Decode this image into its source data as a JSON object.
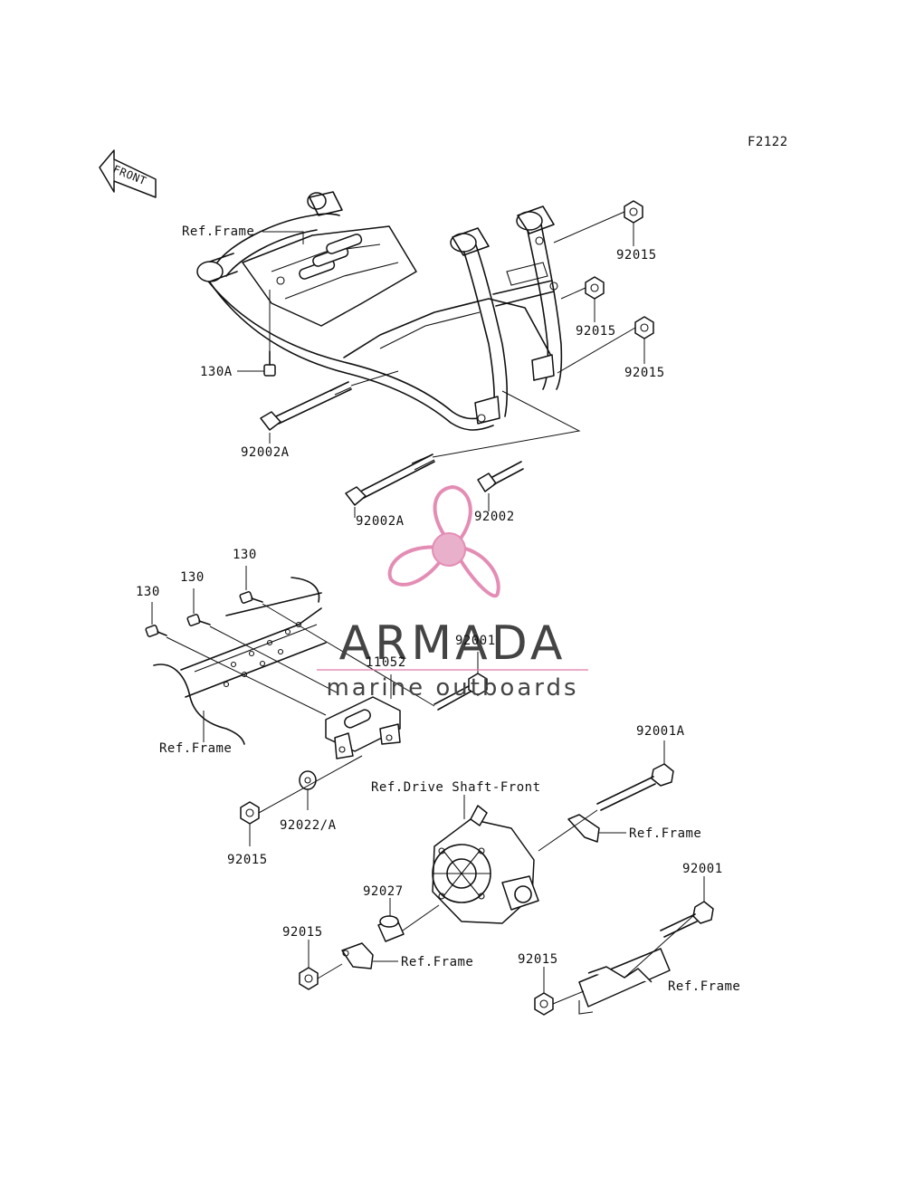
{
  "diagram_code": "F2122",
  "front_arrow_label": "FRONT",
  "watermark": {
    "brand": "ARMADA",
    "tagline": "marine outboards",
    "logo_color": "#e07aa8",
    "text_color": "#444444"
  },
  "labels": {
    "ref_frame_top": "Ref.Frame",
    "p130A": "130A",
    "p92002A_1": "92002A",
    "p92002A_2": "92002A",
    "p92002": "92002",
    "p92015_1": "92015",
    "p92015_2": "92015",
    "p92015_3": "92015",
    "p130_1": "130",
    "p130_2": "130",
    "p130_3": "130",
    "p92001_1": "92001",
    "p11052": "11052",
    "ref_frame_left": "Ref.Frame",
    "p92022A": "92022/A",
    "p92015_4": "92015",
    "p92001A": "92001A",
    "ref_drive_shaft": "Ref.Drive Shaft-Front",
    "ref_frame_right1": "Ref.Frame",
    "p92027": "92027",
    "p92015_5": "92015",
    "ref_frame_bottom": "Ref.Frame",
    "p92015_6": "92015",
    "p92001_2": "92001",
    "ref_frame_right2": "Ref.Frame"
  }
}
